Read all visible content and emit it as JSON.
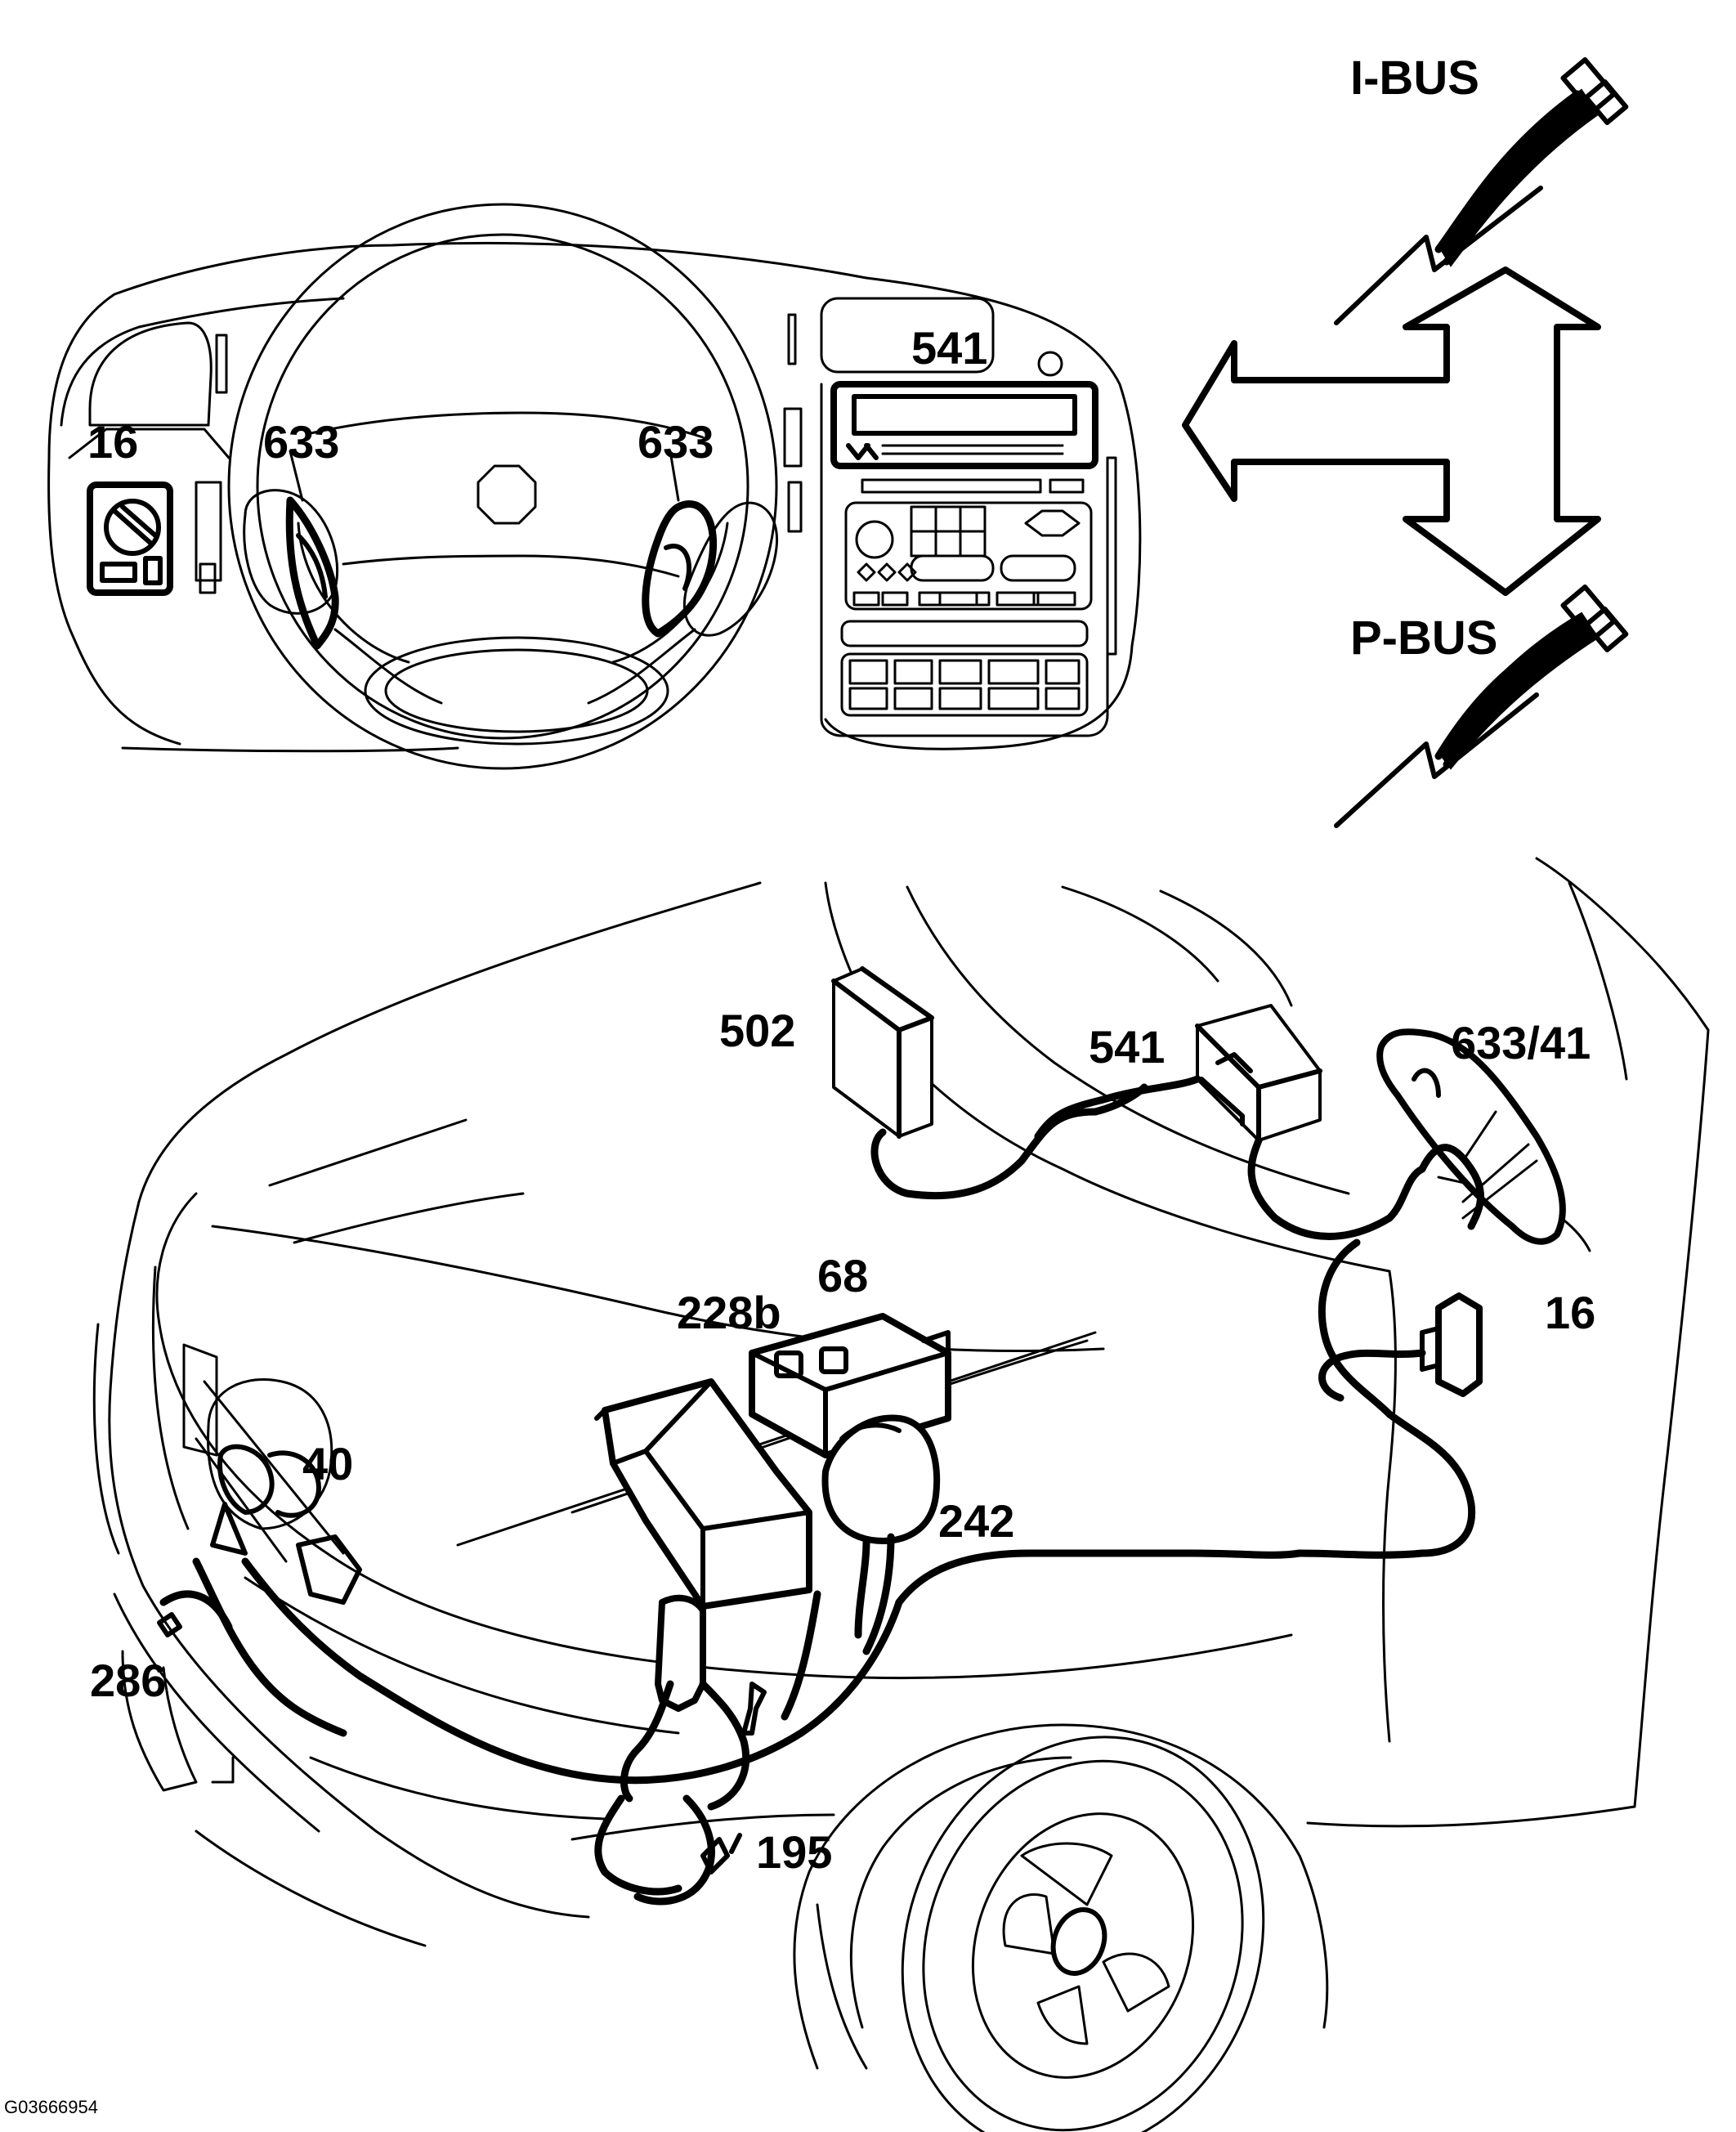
{
  "figure_id": "G03666954",
  "bus_labels": {
    "i_bus": "I-BUS",
    "p_bus": "P-BUS"
  },
  "dashboard_callouts": {
    "c16": "16",
    "c633_left": "633",
    "c633_right": "633",
    "c541": "541"
  },
  "vehicle_callouts": {
    "c502": "502",
    "c541": "541",
    "c633_41": "633/41",
    "c16": "16",
    "c228b": "228b",
    "c68": "68",
    "c40": "40",
    "c242": "242",
    "c286": "286",
    "c195": "195"
  }
}
